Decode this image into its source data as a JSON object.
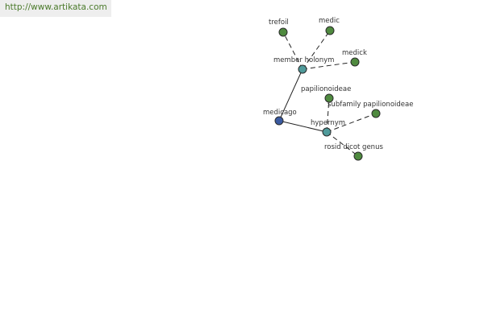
{
  "header": {
    "url_text": "http://www.artikata.com"
  },
  "colors": {
    "root_node": "#3a5aa0",
    "relation_node": "#4f9a9a",
    "leaf_node": "#4f8a3f",
    "url_text": "#4a7a2a"
  },
  "graph": {
    "nodes": [
      {
        "id": "medicago",
        "label": "medicago",
        "kind": "root"
      },
      {
        "id": "member-holonym",
        "label": "member holonym",
        "kind": "relation"
      },
      {
        "id": "hypernym",
        "label": "hypernym",
        "kind": "relation"
      },
      {
        "id": "trefoil",
        "label": "trefoil",
        "kind": "leaf"
      },
      {
        "id": "medic",
        "label": "medic",
        "kind": "leaf"
      },
      {
        "id": "medick",
        "label": "medick",
        "kind": "leaf"
      },
      {
        "id": "papilionoideae",
        "label": "papilionoideae",
        "kind": "leaf"
      },
      {
        "id": "subfamily-papilionoideae",
        "label": "subfamily papilionoideae",
        "kind": "leaf"
      },
      {
        "id": "rosid-dicot-genus",
        "label": "rosid dicot genus",
        "kind": "leaf"
      }
    ],
    "edges": [
      {
        "from": "medicago",
        "to": "member-holonym",
        "style": "solid"
      },
      {
        "from": "medicago",
        "to": "hypernym",
        "style": "solid"
      },
      {
        "from": "member-holonym",
        "to": "trefoil",
        "style": "dashed"
      },
      {
        "from": "member-holonym",
        "to": "medic",
        "style": "dashed"
      },
      {
        "from": "member-holonym",
        "to": "medick",
        "style": "dashed"
      },
      {
        "from": "hypernym",
        "to": "papilionoideae",
        "style": "dashed"
      },
      {
        "from": "hypernym",
        "to": "subfamily-papilionoideae",
        "style": "dashed"
      },
      {
        "from": "hypernym",
        "to": "rosid-dicot-genus",
        "style": "dashed"
      }
    ]
  }
}
